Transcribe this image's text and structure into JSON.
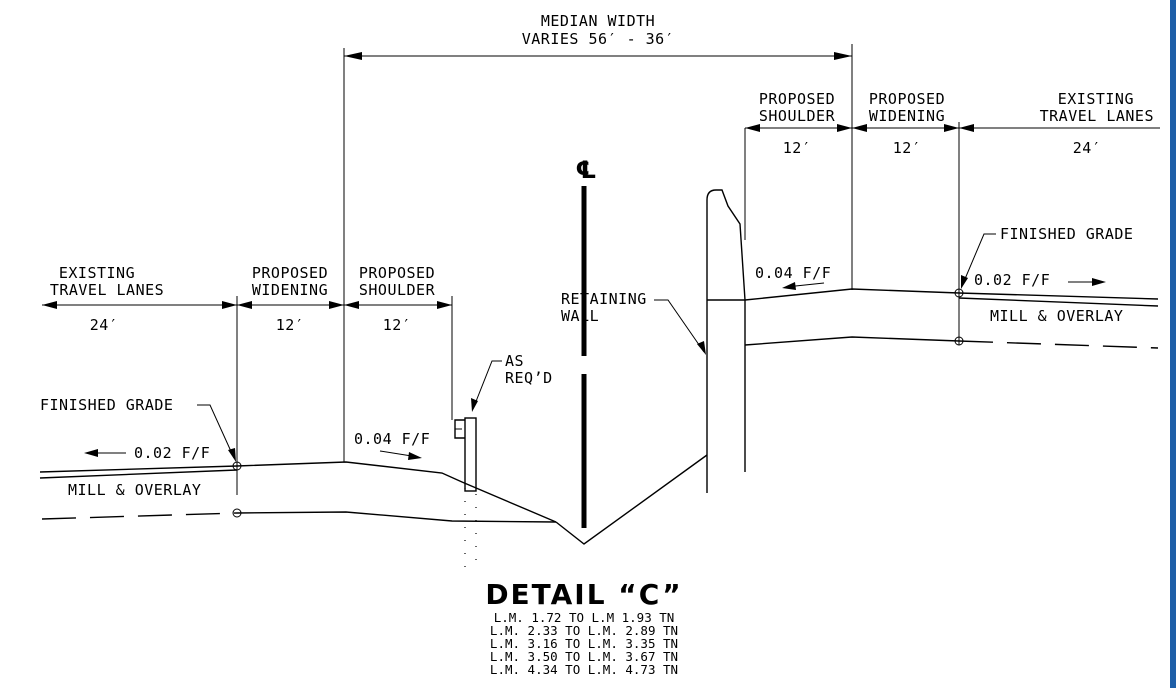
{
  "median": {
    "line1": "MEDIAN WIDTH",
    "line2": "VARIES 56′ - 36′"
  },
  "right": {
    "shoulder_l1": "PROPOSED",
    "shoulder_l2": "SHOULDER",
    "shoulder_dim": "12′",
    "widening_l1": "PROPOSED",
    "widening_l2": "WIDENING",
    "widening_dim": "12′",
    "lanes_l1": "EXISTING",
    "lanes_l2": "TRAVEL LANES",
    "lanes_dim": "24′",
    "finished_grade": "FINISHED GRADE",
    "slope_shoulder": "0.04 F/F",
    "slope_lanes": "0.02 F/F",
    "mill_overlay": "MILL & OVERLAY"
  },
  "left": {
    "lanes_l1": "EXISTING",
    "lanes_l2": "TRAVEL LANES",
    "lanes_dim": "24′",
    "widening_l1": "PROPOSED",
    "widening_l2": "WIDENING",
    "widening_dim": "12′",
    "shoulder_l1": "PROPOSED",
    "shoulder_l2": "SHOULDER",
    "shoulder_dim": "12′",
    "finished_grade": "FINISHED GRADE",
    "slope_lanes": "0.02 F/F",
    "slope_shoulder": "0.04 F/F",
    "mill_overlay": "MILL & OVERLAY"
  },
  "centerline_symbol": "℄",
  "retaining_wall": {
    "line1": "RETAINING",
    "line2": "WALL"
  },
  "as_reqd": {
    "line1": "AS",
    "line2": "REQ’D"
  },
  "detail": {
    "title": "DETAIL “C”",
    "ranges": [
      "L.M. 1.72 TO L.M 1.93 TN",
      "L.M. 2.33 TO L.M. 2.89 TN",
      "L.M. 3.16 TO L.M. 3.35 TN",
      "L.M. 3.50 TO L.M. 3.67 TN",
      "L.M. 4.34 TO L.M. 4.73 TN"
    ]
  },
  "colors": {
    "line": "#000000",
    "background": "#ffffff",
    "frame_edge": "#1e5fa8"
  }
}
